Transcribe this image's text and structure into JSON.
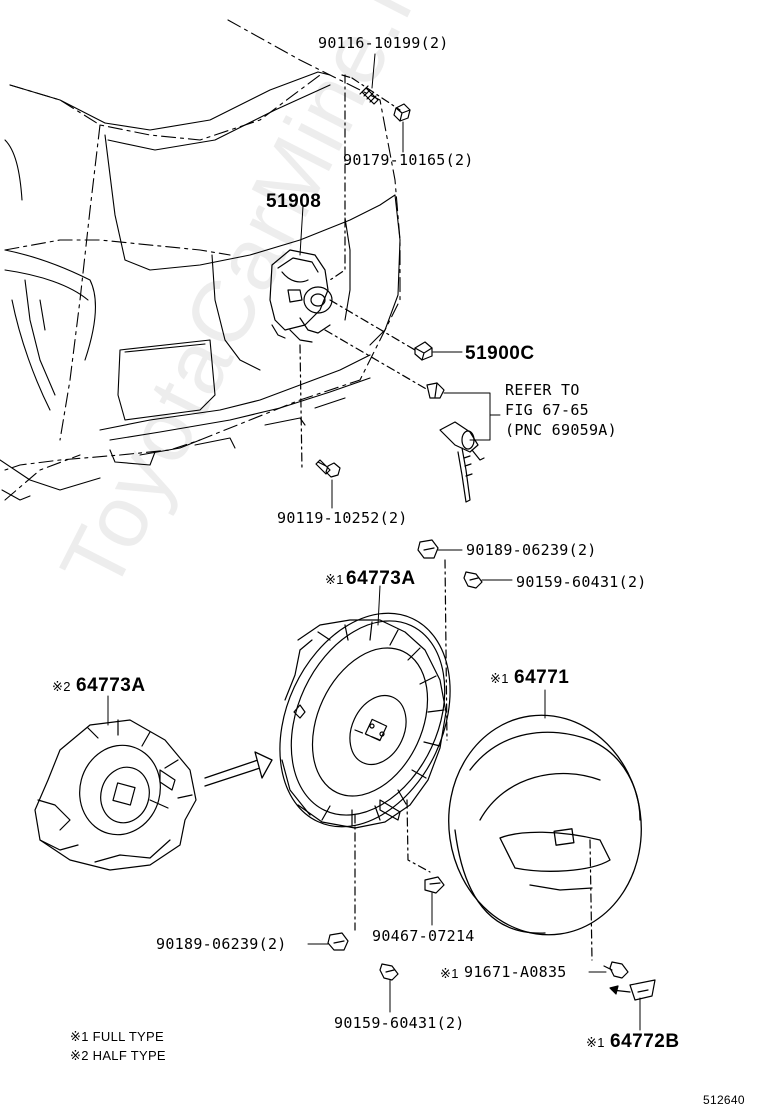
{
  "labels": {
    "bolt_top": "90116-10199(2)",
    "nut_top": "90179-10165(2)",
    "carrier": "51908",
    "cap": "51900C",
    "refer_line1": "REFER TO",
    "refer_line2": "FIG 67-65",
    "refer_line3": "(PNC 69059A)",
    "bolt_lower": "90119-10252(2)",
    "clip_upper": "90189-06239(2)",
    "screw_upper": "90159-60431(2)",
    "cover_full_mark": "※1",
    "cover_full": "64773A",
    "cover_half_mark": "※2",
    "cover_half": "64773A",
    "tire_cover_mark": "※1",
    "tire_cover": "64771",
    "clip_mid": "90467-07214",
    "clip_lower": "90189-06239(2)",
    "bolt_cover_mark": "※1",
    "bolt_cover": "91671-A0835",
    "screw_lower": "90159-60431(2)",
    "emblem_mark": "※1",
    "emblem": "64772B",
    "note1": "※1 FULL TYPE",
    "note2": "※2 HALF TYPE",
    "figure_number": "512640"
  },
  "watermark": "ToyotaCarMine.ru"
}
